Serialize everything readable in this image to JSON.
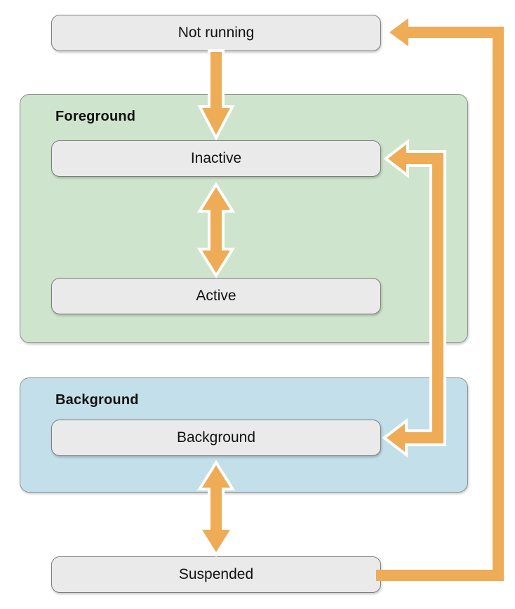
{
  "colors": {
    "arrow": "#EEAC56",
    "arrow_casing": "#FFFFFF",
    "foreground_group_fill": "#CFE4CC",
    "background_group_fill": "#C3DFEA",
    "group_border": "#8D908F",
    "node_fill": "#E9EAE9",
    "node_border": "#7C7E7D",
    "text": "#111111",
    "canvas_background": "#FFFFFF"
  },
  "groups": {
    "foreground": {
      "label": "Foreground"
    },
    "background": {
      "label": "Background"
    }
  },
  "nodes": {
    "not_running": {
      "label": "Not running"
    },
    "inactive": {
      "label": "Inactive"
    },
    "active": {
      "label": "Active"
    },
    "background": {
      "label": "Background"
    },
    "suspended": {
      "label": "Suspended"
    }
  },
  "edges": [
    {
      "from": "not_running",
      "to": "inactive",
      "direction": "one-way",
      "style": "white-outlined-orange",
      "route": "straight-down"
    },
    {
      "from": "inactive",
      "to": "active",
      "direction": "two-way",
      "style": "white-outlined-orange",
      "route": "straight-vertical"
    },
    {
      "from": "inactive",
      "to": "background",
      "direction": "two-way",
      "style": "white-outlined-orange",
      "route": "right-side-loop"
    },
    {
      "from": "background",
      "to": "suspended",
      "direction": "two-way",
      "style": "white-outlined-orange",
      "route": "straight-vertical"
    },
    {
      "from": "suspended",
      "to": "not_running",
      "direction": "one-way",
      "style": "plain-orange",
      "route": "far-right-loop"
    }
  ]
}
